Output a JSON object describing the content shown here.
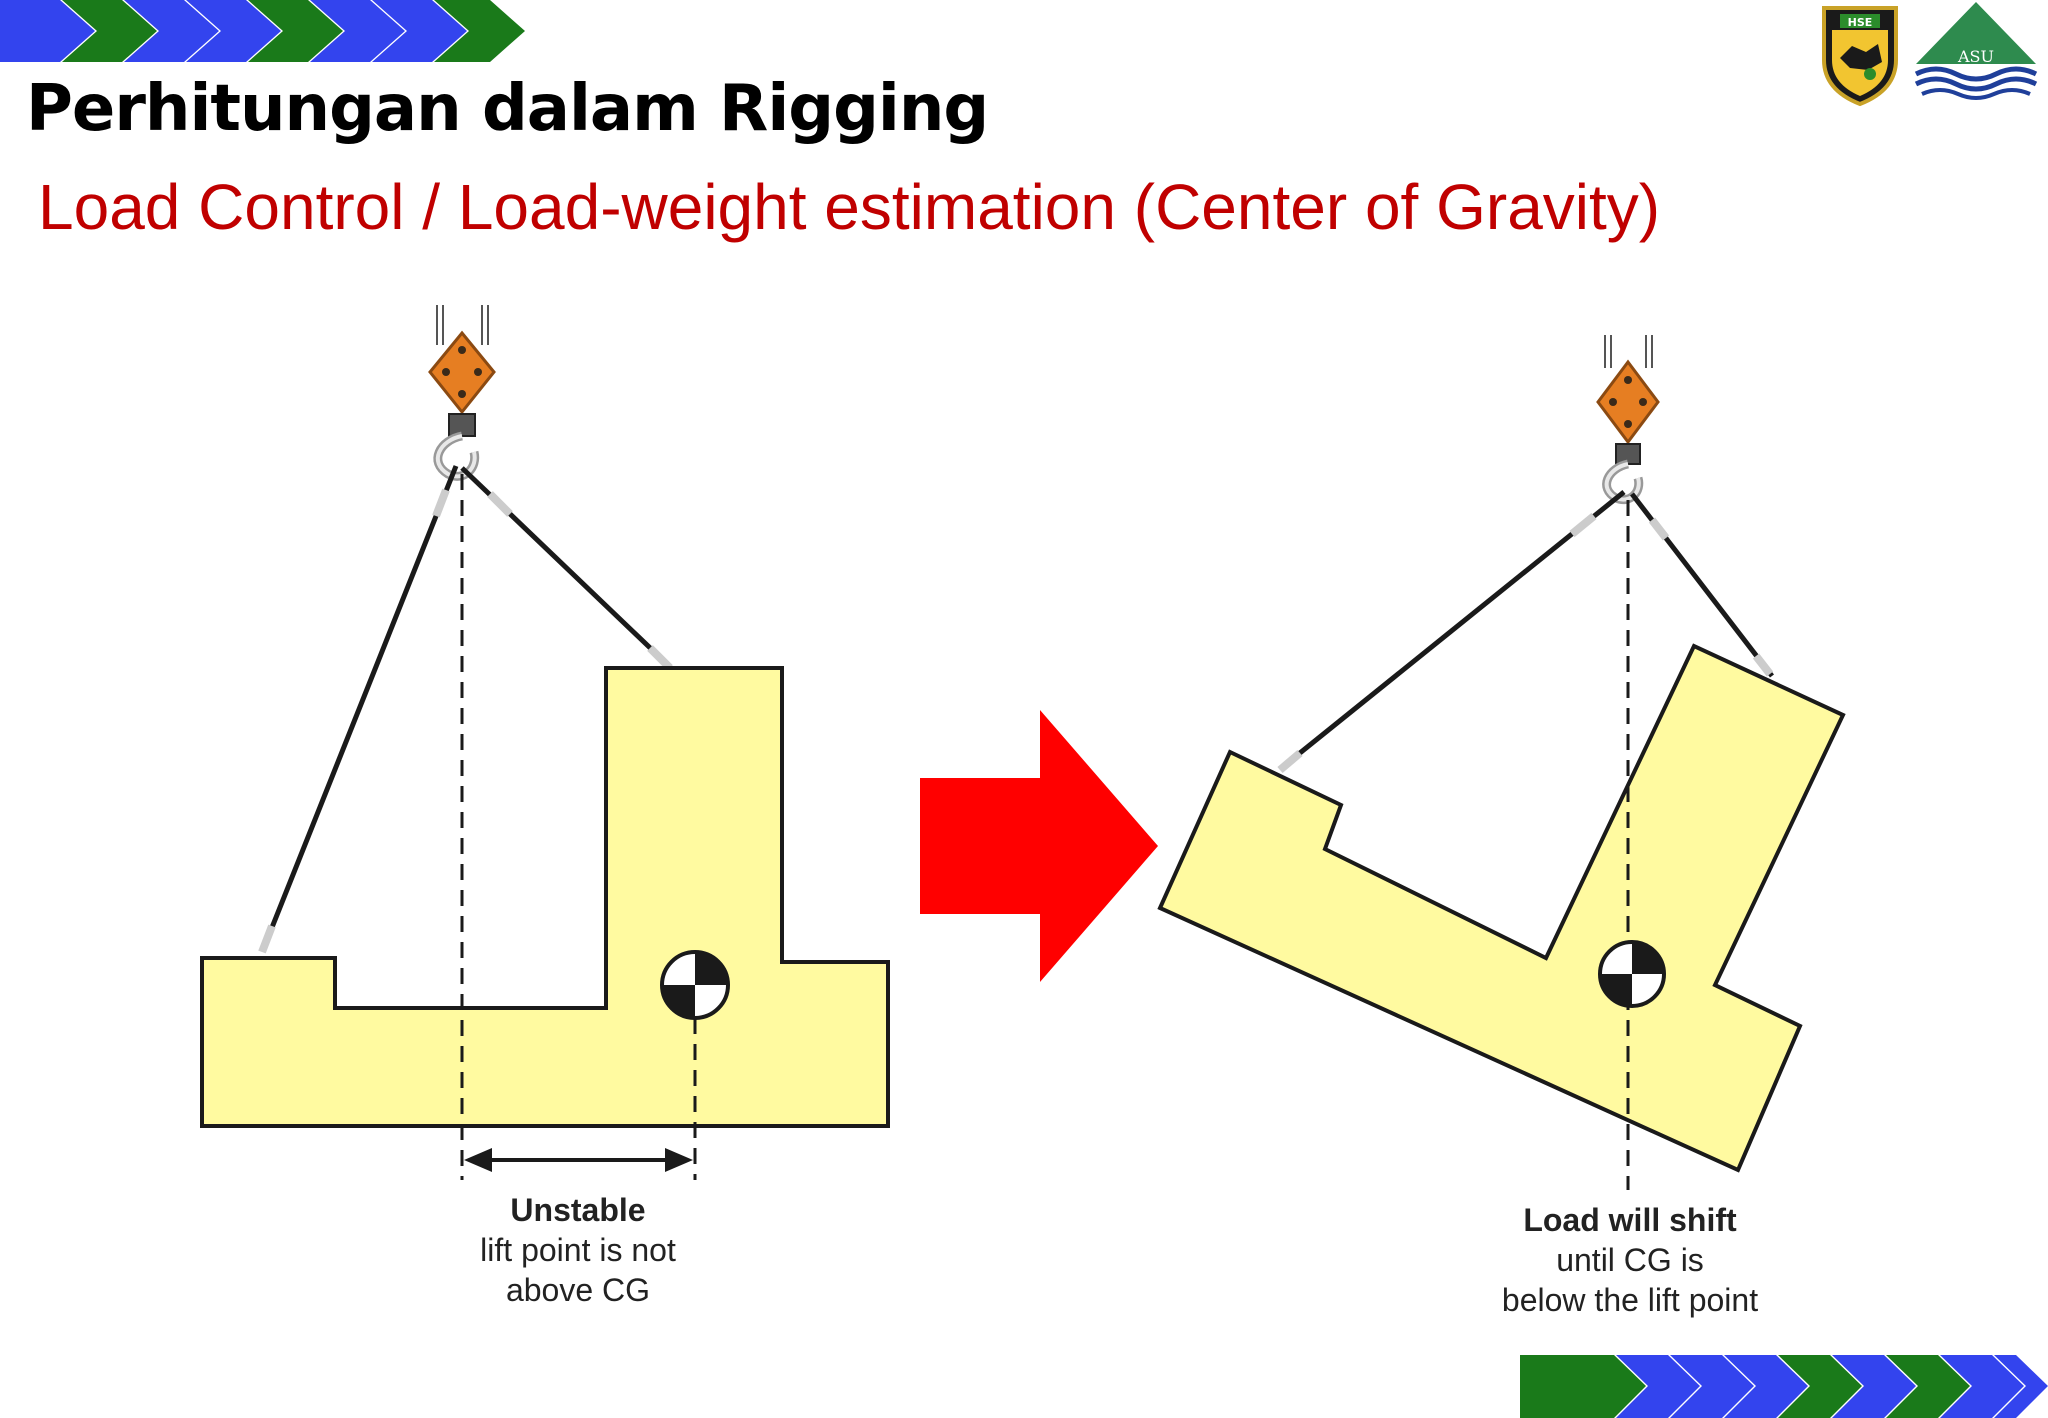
{
  "slide": {
    "title": "Perhitungan dalam Rigging",
    "subtitle": "Load Control / Load-weight estimation (Center of Gravity)"
  },
  "logos": [
    {
      "icon": "hse-shield-logo-icon",
      "text": "HSE"
    },
    {
      "icon": "asu-mountain-wave-logo-icon",
      "text": "ASU"
    }
  ],
  "diagram": {
    "left_panel": {
      "caption_heading": "Unstable",
      "caption_line1": "lift point is not",
      "caption_line2": "above CG"
    },
    "right_panel": {
      "caption_heading": "Load will shift",
      "caption_line1": "until CG is",
      "caption_line2": "below the lift point"
    },
    "arrow": "right-arrow-icon"
  },
  "colors": {
    "title": "#000000",
    "subtitle": "#c00000",
    "load_fill": "#fffaa0",
    "arrow": "#ff0000",
    "block": "#e67e22",
    "chevron_blue": "#3344ee",
    "chevron_green": "#1a7a1a"
  }
}
